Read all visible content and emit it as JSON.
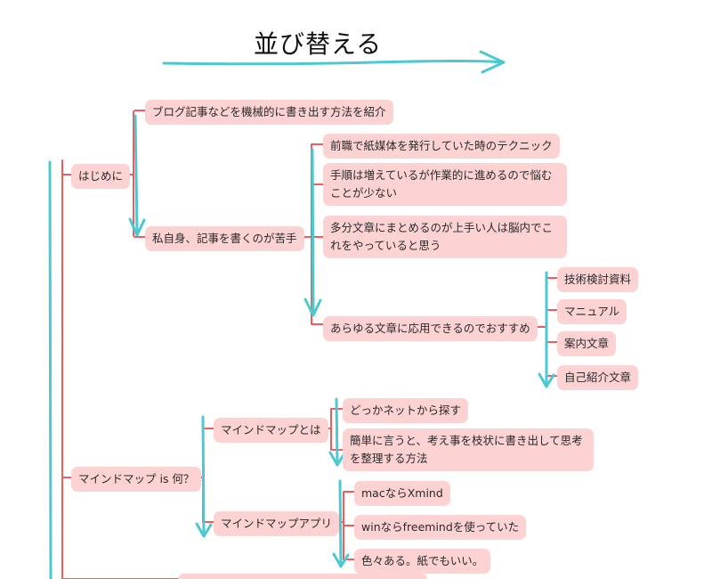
{
  "title": "並び替える",
  "colors": {
    "line": "#f05b5b",
    "node_bg": "#fcd2d3",
    "arrow": "#4cc9d0"
  },
  "nodes": {
    "hajimeni": "はじめに",
    "blog": "ブログ記事などを機械的に書き出す方法を紹介",
    "watashi": "私自身、記事を書くのが苦手",
    "zenshoku": "前職で紙媒体を発行していた時のテクニック",
    "tejun": "手順は増えているが作業的に進めるので悩むことが少ない",
    "tabun": "多分文章にまとめるのが上手い人は脳内でこれをやっていると思う",
    "arayuru": "あらゆる文章に応用できるのでおすすめ",
    "gijutsu": "技術検討資料",
    "manual": "マニュアル",
    "annai": "案内文章",
    "jiko": "自己紹介文章",
    "mindmap_nani": "マインドマップ is 何？",
    "mindmap_toha": "マインドマップとは",
    "dokka": "どっかネットから探す",
    "kantan": "簡単に言うと、考え事を枝状に書き出して思考を整理する方法",
    "mindmap_app": "マインドマップアプリ",
    "mac": "macならXmind",
    "win": "winならfreemindを使っていた",
    "iroiro": "色々ある。紙でもいい。"
  }
}
